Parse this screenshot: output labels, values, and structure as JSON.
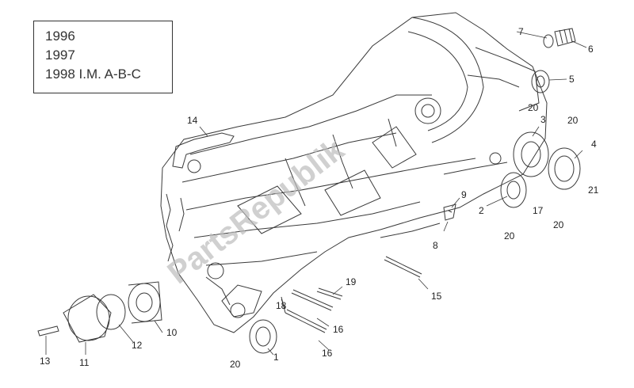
{
  "legend": {
    "years": [
      "1996",
      "1997",
      "1998 I.M. A-B-C"
    ]
  },
  "watermark": "PartsRepublik",
  "callouts": [
    {
      "id": "c1",
      "text": "1"
    },
    {
      "id": "c2",
      "text": "2"
    },
    {
      "id": "c3",
      "text": "3"
    },
    {
      "id": "c4",
      "text": "4"
    },
    {
      "id": "c5",
      "text": "5"
    },
    {
      "id": "c6",
      "text": "6"
    },
    {
      "id": "c7",
      "text": "7"
    },
    {
      "id": "c8",
      "text": "8"
    },
    {
      "id": "c9",
      "text": "9"
    },
    {
      "id": "c10",
      "text": "10"
    },
    {
      "id": "c11",
      "text": "11"
    },
    {
      "id": "c12",
      "text": "12"
    },
    {
      "id": "c13",
      "text": "13"
    },
    {
      "id": "c14",
      "text": "14"
    },
    {
      "id": "c15",
      "text": "15"
    },
    {
      "id": "c16a",
      "text": "16"
    },
    {
      "id": "c16b",
      "text": "16"
    },
    {
      "id": "c17",
      "text": "17"
    },
    {
      "id": "c18",
      "text": "18"
    },
    {
      "id": "c19",
      "text": "19"
    },
    {
      "id": "c20a",
      "text": "20"
    },
    {
      "id": "c20b",
      "text": "20"
    },
    {
      "id": "c20c",
      "text": "20"
    },
    {
      "id": "c20d",
      "text": "20"
    },
    {
      "id": "c20e",
      "text": "20"
    },
    {
      "id": "c21",
      "text": "21"
    }
  ],
  "colors": {
    "line": "#3a3a3a",
    "label": "#222222",
    "watermark": "#bdbdbd",
    "background": "#ffffff"
  }
}
